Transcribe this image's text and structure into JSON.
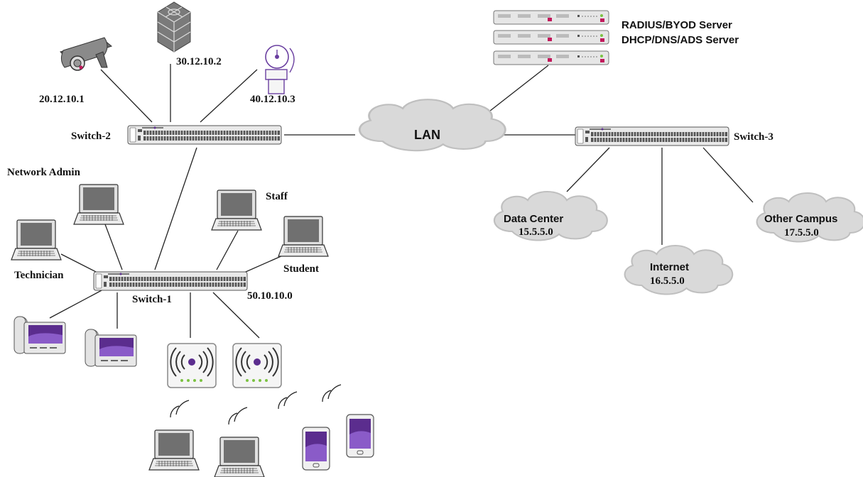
{
  "labels": {
    "radius_server": "RADIUS/BYOD Server",
    "dhcp_server": "DHCP/DNS/ADS Server",
    "lan": "LAN",
    "switch1": "Switch-1",
    "switch2": "Switch-2",
    "switch3": "Switch-3",
    "ip_camera": "20.12.10.1",
    "ip_device": "30.12.10.2",
    "ip_bell": "40.12.10.3",
    "network_admin": "Network Admin",
    "technician": "Technician",
    "staff": "Staff",
    "student": "Student",
    "subnet_switch1": "50.10.10.0",
    "data_center": "Data Center",
    "data_center_ip": "15.5.5.0",
    "internet": "Internet",
    "internet_ip": "16.5.5.0",
    "other_campus": "Other Campus",
    "other_campus_ip": "17.5.5.0"
  },
  "colors": {
    "line": "#222222",
    "device_body": "#d6d6d6",
    "screen": "#6e6e6e",
    "accent_purple": "#5b2d8e",
    "led_green": "#7cc242",
    "led_pink": "#c2185b",
    "cloud": "#d9d9d9"
  }
}
